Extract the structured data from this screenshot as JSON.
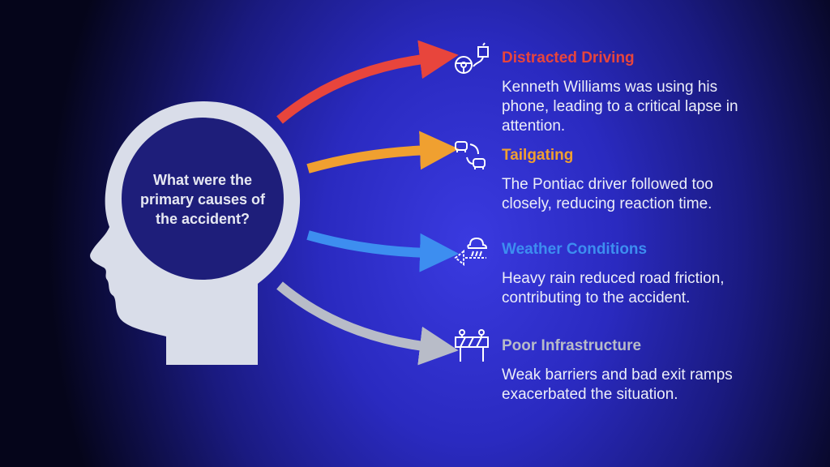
{
  "question": "What were the primary causes of the accident?",
  "causes": [
    {
      "title": "Distracted Driving",
      "description": "Kenneth Williams was using his phone, leading to a critical lapse in attention.",
      "color": "#e8453c",
      "icon": "steering-wheel-phone-icon"
    },
    {
      "title": "Tailgating",
      "description": "The Pontiac driver followed too closely, reducing reaction time.",
      "color": "#f0a030",
      "icon": "cars-following-icon"
    },
    {
      "title": "Weather Conditions",
      "description": "Heavy rain reduced road friction, contributing to the accident.",
      "color": "#3d8ef0",
      "icon": "rain-cloud-icon"
    },
    {
      "title": "Poor Infrastructure",
      "description": "Weak barriers and bad exit ramps exacerbated the situation.",
      "color": "#b8bcc8",
      "icon": "road-barrier-icon"
    }
  ]
}
